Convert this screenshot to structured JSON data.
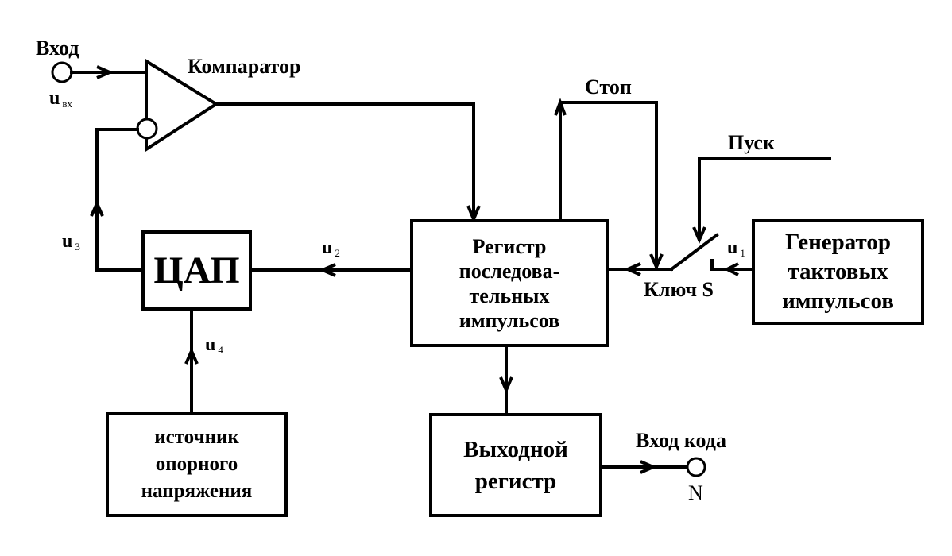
{
  "diagram": {
    "type": "block-diagram",
    "subject": "Successive approximation ADC",
    "colors": {
      "line": "#000000",
      "background": "#ffffff"
    }
  },
  "labels": {
    "input": "Вход",
    "input_signal": "u",
    "input_signal_sub": "вх",
    "comparator": "Компаратор",
    "stop": "Стоп",
    "start": "Пуск",
    "u1": "u",
    "u1_sub": "1",
    "u2": "u",
    "u2_sub": "2",
    "u3": "u",
    "u3_sub": "3",
    "u4": "u",
    "u4_sub": "4",
    "switch": "Ключ S",
    "code_output": "Вход кода",
    "code_symbol": "N"
  },
  "blocks": {
    "dac": {
      "lines": [
        "ЦАП"
      ]
    },
    "sar": {
      "lines": [
        "Регистр",
        "последова-",
        "тельных",
        "импульсов"
      ]
    },
    "clock": {
      "lines": [
        "Генератор",
        "тактовых",
        "импульсов"
      ]
    },
    "reference": {
      "lines": [
        "источник",
        "опорного",
        "напряжения"
      ]
    },
    "output_register": {
      "lines": [
        "Выходной",
        "регистр"
      ]
    }
  }
}
